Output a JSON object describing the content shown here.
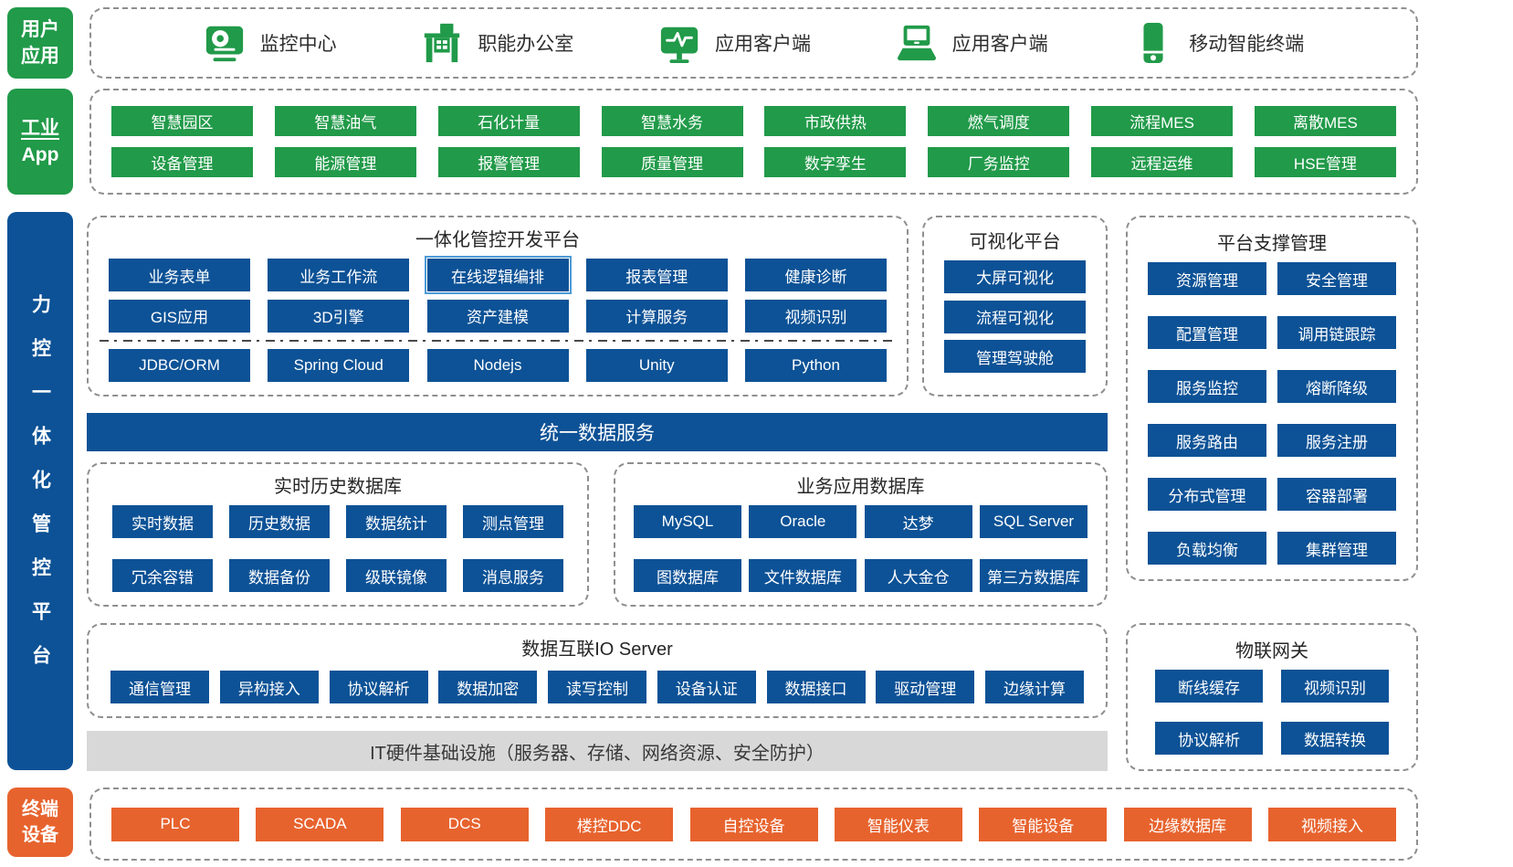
{
  "colors": {
    "green": "#219a49",
    "blue": "#0d5296",
    "orange": "#e7632e",
    "banner_gray": "#d8d8d8"
  },
  "user_apps": {
    "label_lines": [
      "用户",
      "应用"
    ],
    "items": [
      {
        "icon": "monitor-icon",
        "label": "监控中心"
      },
      {
        "icon": "office-desk-icon",
        "label": "职能办公室"
      },
      {
        "icon": "pulse-screen-icon",
        "label": "应用客户端"
      },
      {
        "icon": "laptop-icon",
        "label": "应用客户端"
      },
      {
        "icon": "smartphone-icon",
        "label": "移动智能终端"
      }
    ]
  },
  "industrial_apps": {
    "label_lines": [
      "工业",
      "App"
    ],
    "row1": [
      "智慧园区",
      "智慧油气",
      "石化计量",
      "智慧水务",
      "市政供热",
      "燃气调度",
      "流程MES",
      "离散MES"
    ],
    "row2": [
      "设备管理",
      "能源管理",
      "报警管理",
      "质量管理",
      "数字孪生",
      "厂务监控",
      "远程运维",
      "HSE管理"
    ]
  },
  "platform": {
    "sidebar_label": "力控一体化管控平台",
    "dev_platform": {
      "title": "一体化管控开发平台",
      "row1": [
        "业务表单",
        "业务工作流",
        "在线逻辑编排",
        "报表管理",
        "健康诊断"
      ],
      "row2": [
        "GIS应用",
        "3D引擎",
        "资产建模",
        "计算服务",
        "视频识别"
      ],
      "row3": [
        "JDBC/ORM",
        "Spring Cloud",
        "Nodejs",
        "Unity",
        "Python"
      ],
      "highlighted_item": "在线逻辑编排"
    },
    "visualization": {
      "title": "可视化平台",
      "items": [
        "大屏可视化",
        "流程可视化",
        "管理驾驶舱"
      ]
    },
    "support": {
      "title": "平台支撑管理",
      "items": [
        "资源管理",
        "安全管理",
        "配置管理",
        "调用链跟踪",
        "服务监控",
        "熔断降级",
        "服务路由",
        "服务注册",
        "分布式管理",
        "容器部署",
        "负载均衡",
        "集群管理"
      ]
    },
    "unified_data_service_label": "统一数据服务",
    "realtime_history_db": {
      "title": "实时历史数据库",
      "items": [
        "实时数据",
        "历史数据",
        "数据统计",
        "测点管理",
        "冗余容错",
        "数据备份",
        "级联镜像",
        "消息服务"
      ]
    },
    "business_app_db": {
      "title": "业务应用数据库",
      "items": [
        "MySQL",
        "Oracle",
        "达梦",
        "SQL Server",
        "图数据库",
        "文件数据库",
        "人大金仓",
        "第三方数据库"
      ]
    },
    "io_server": {
      "title": "数据互联IO Server",
      "items": [
        "通信管理",
        "异构接入",
        "协议解析",
        "数据加密",
        "读写控制",
        "设备认证",
        "数据接口",
        "驱动管理",
        "边缘计算"
      ]
    },
    "iot_gateway": {
      "title": "物联网关",
      "items": [
        "断线缓存",
        "视频识别",
        "协议解析",
        "数据转换"
      ]
    },
    "it_infrastructure_label": "IT硬件基础设施（服务器、存储、网络资源、安全防护）"
  },
  "terminal_devices": {
    "label_lines": [
      "终端",
      "设备"
    ],
    "items": [
      "PLC",
      "SCADA",
      "DCS",
      "楼控DDC",
      "自控设备",
      "智能仪表",
      "智能设备",
      "边缘数据库",
      "视频接入"
    ]
  }
}
